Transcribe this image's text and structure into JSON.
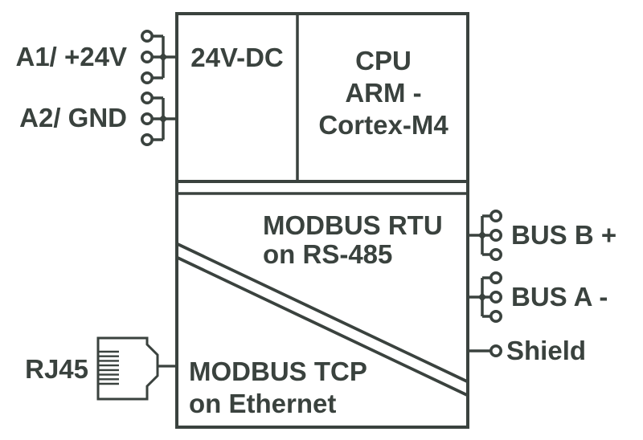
{
  "diagram": {
    "colors": {
      "line_dark": "#3a423e",
      "background": "#ffffff"
    },
    "left_terminals": [
      {
        "label": "A1/ +24V"
      },
      {
        "label": "A2/ GND"
      }
    ],
    "rj45": {
      "label": "RJ45"
    },
    "right_terminals": [
      {
        "label": "BUS B +"
      },
      {
        "label": "BUS A -"
      },
      {
        "label": "Shield"
      }
    ],
    "blocks": {
      "power": {
        "label": "24V-DC"
      },
      "cpu": {
        "line1": "CPU",
        "line2": "ARM -",
        "line3": "Cortex-M4"
      },
      "modbus_rtu": {
        "line1": "MODBUS RTU",
        "line2": "on RS-485"
      },
      "modbus_tcp": {
        "line1": "MODBUS TCP",
        "line2": "on Ethernet"
      }
    }
  }
}
